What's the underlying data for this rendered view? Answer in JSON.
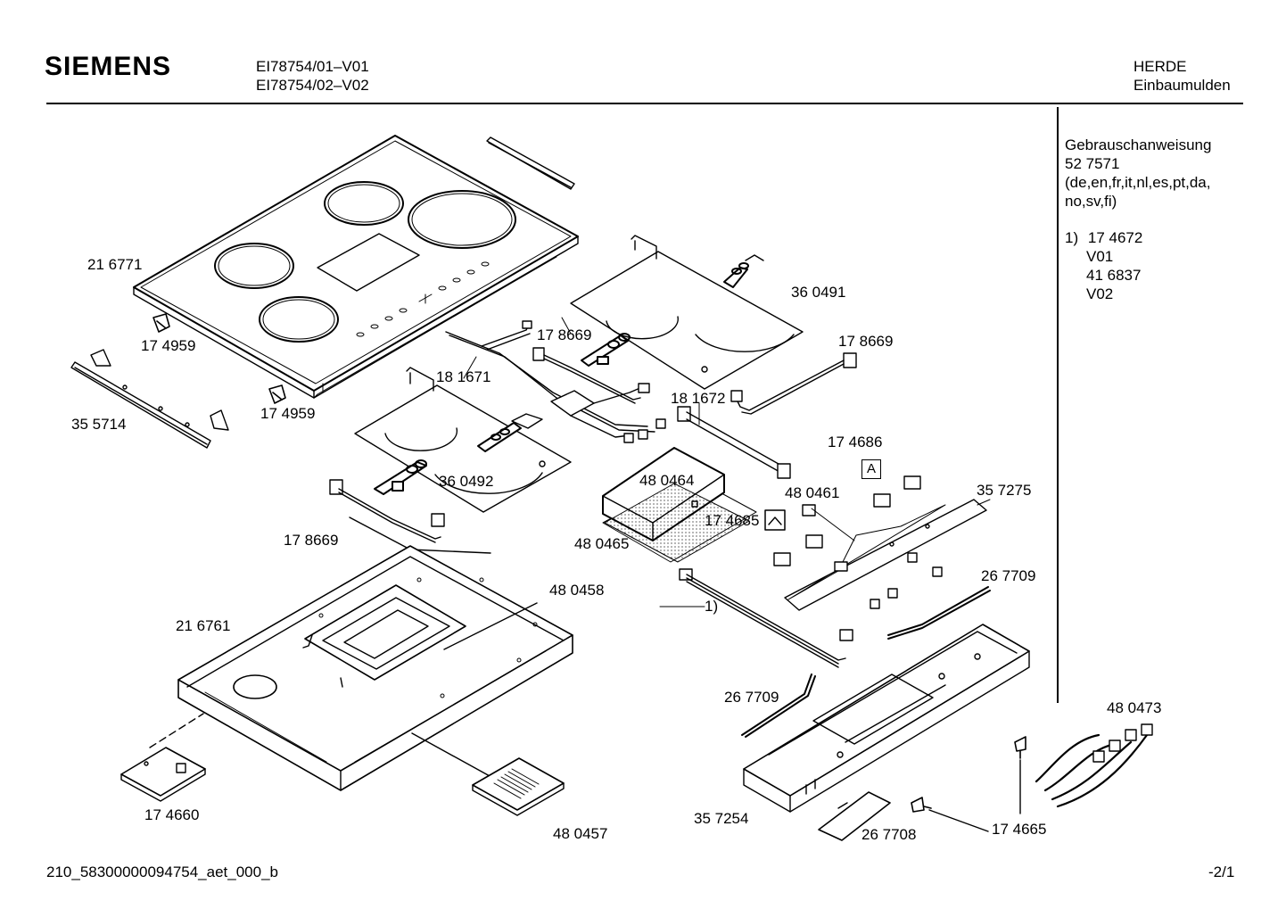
{
  "header": {
    "brand": "SIEMENS",
    "models": [
      "EI78754/01–V01",
      "EI78754/02–V02"
    ],
    "category": [
      "HERDE",
      "Einbaumulden"
    ]
  },
  "sidebar": {
    "manual_title": "Gebrauschanweisung",
    "manual_number": "52 7571",
    "manual_langs_1": "(de,en,fr,it,nl,es,pt,da,",
    "manual_langs_2": "no,sv,fi)",
    "note_marker": "1)",
    "note_part_1": "17 4672",
    "note_variant_1": "V01",
    "note_part_2": "41 6837",
    "note_variant_2": "V02"
  },
  "callouts": {
    "c216771": "21 6771",
    "c174959a": "17 4959",
    "c174959b": "17 4959",
    "c355714": "35 5714",
    "c181671": "18 1671",
    "c178669a": "17 8669",
    "c360491": "36 0491",
    "c178669b": "17 8669",
    "c181672": "18 1672",
    "c174686": "17 4686",
    "c480461": "48 0461",
    "c357275": "35 7275",
    "c360492": "36 0492",
    "c480464": "48 0464",
    "c174685": "17 4685",
    "c480465": "48 0465",
    "c178669c": "17 8669",
    "c480458": "48 0458",
    "c216761": "21 6761",
    "c267709a": "26 7709",
    "c1": "1)",
    "c267709b": "26 7709",
    "c480473": "48 0473",
    "c174660": "17 4660",
    "c480457": "48 0457",
    "c357254": "35 7254",
    "c267708": "26 7708",
    "c174665": "17 4665",
    "boxA": "A"
  },
  "footer": {
    "doc_id": "210_58300000094754_aet_000_b",
    "page": "-2/1"
  }
}
